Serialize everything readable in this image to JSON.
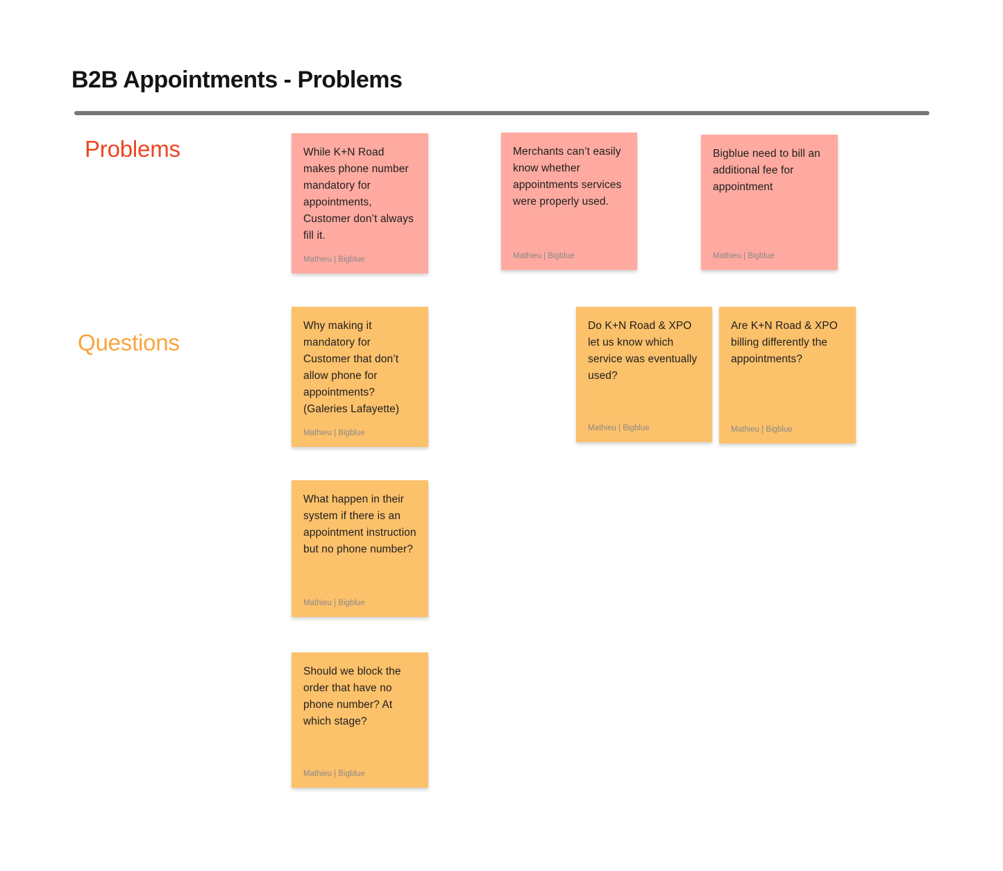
{
  "page": {
    "title": "B2B Appointments - Problems"
  },
  "sections": [
    {
      "id": "problems",
      "label": "Problems",
      "accent_color": "#EC4522"
    },
    {
      "id": "questions",
      "label": "Questions",
      "accent_color": "#FAA43D"
    }
  ],
  "colors": {
    "problem_note": "#FEAAA0",
    "question_note": "#FCC16B",
    "divider": "#767676",
    "note_text": "#1E1E1E",
    "author_text": "#8A8A8A",
    "title_text": "#141414",
    "background": "#FFFFFF"
  },
  "notes": [
    {
      "section": "Problems",
      "text": "While K+N Road makes phone number mandatory for appointments, Customer don’t always fill it.",
      "author": "Mathieu | Bigblue"
    },
    {
      "section": "Problems",
      "text": "Merchants can’t easily know whether appointments services were properly used.",
      "author": "Mathieu | Bigblue"
    },
    {
      "section": "Problems",
      "text": "Bigblue need to bill an additional fee for appointment",
      "author": "Mathieu | Bigblue"
    },
    {
      "section": "Questions",
      "text": "Why making it mandatory for Customer that don’t allow phone for appointments? (Galeries Lafayette)",
      "author": "Mathieu | Bigblue"
    },
    {
      "section": "Questions",
      "text": "Do K+N Road & XPO let us know which service was eventually used?",
      "author": "Mathieu | Bigblue"
    },
    {
      "section": "Questions",
      "text": "Are K+N Road & XPO billing differently the appointments?",
      "author": "Mathieu | Bigblue"
    },
    {
      "section": "Questions",
      "text": "What happen in their system if there is an appointment instruction but no phone number?",
      "author": "Mathieu | Bigblue"
    },
    {
      "section": "Questions",
      "text": "Should we block the order that have no phone number? At which stage?",
      "author": "Mathieu | Bigblue"
    }
  ]
}
